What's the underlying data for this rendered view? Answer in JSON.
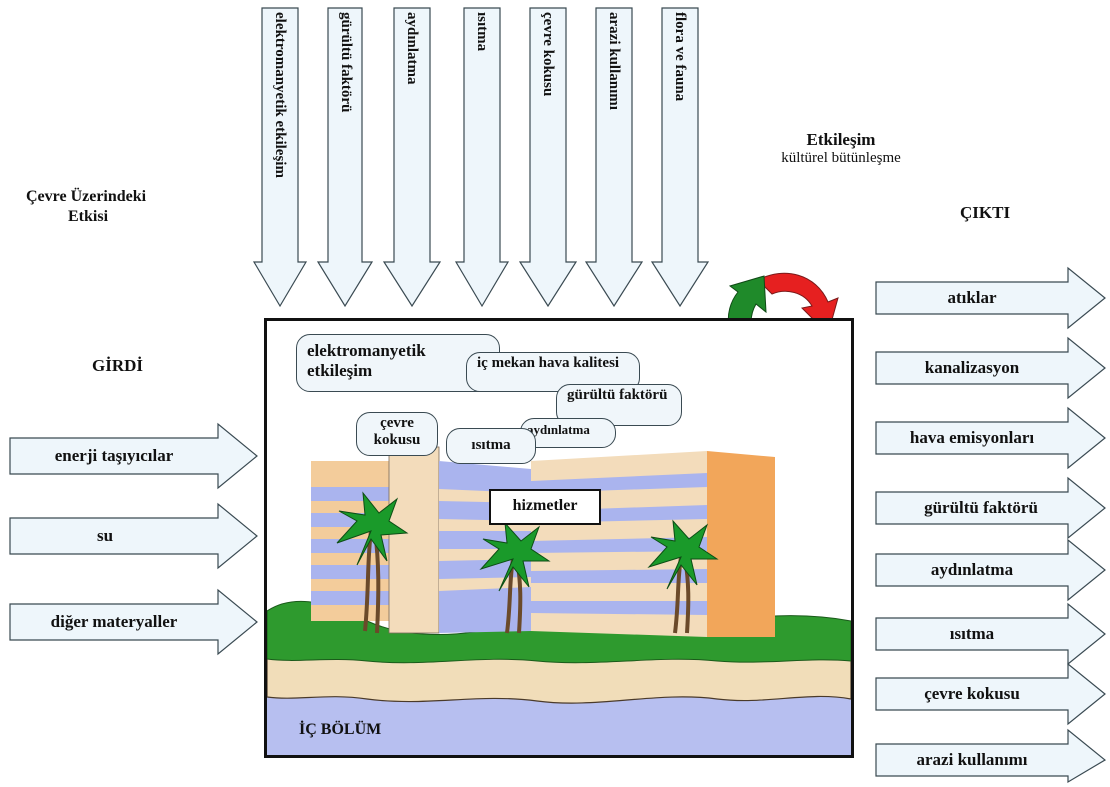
{
  "labels": {
    "environment_impact_line1": "Çevre Üzerindeki",
    "environment_impact_line2": "Etkisi",
    "input": "GİRDİ",
    "output": "ÇIKTI",
    "interaction_title": "Etkileşim",
    "interaction_subtitle": "kültürel bütünleşme",
    "interior": "İÇ BÖLÜM",
    "services": "hizmetler"
  },
  "top_arrows": [
    "elektromanyetik etkileşim",
    "gürültü faktörü",
    "aydınlatma",
    "ısıtma",
    "çevre kokusu",
    "arazi kullanımı",
    "flora ve fauna"
  ],
  "inputs": [
    "enerji taşıyıcılar",
    "su",
    "diğer materyaller"
  ],
  "outputs": [
    "atıklar",
    "kanalizasyon",
    "hava emisyonları",
    "gürültü faktörü",
    "aydınlatma",
    "ısıtma",
    "çevre kokusu",
    "arazi kullanımı"
  ],
  "bubbles": {
    "electromagnetic": "elektromanyetik etkileşim",
    "indoor_air": "iç mekan hava kalitesi",
    "noise": "gürültü faktörü",
    "lighting": "aydınlatma",
    "odor": "çevre kokusu",
    "heating": "ısıtma"
  },
  "colors": {
    "arrow_fill": "#eef6fb",
    "water": "#b7bff0",
    "sand": "#f1ddb9",
    "grass": "#2e9a2e",
    "building_stripe": "#aab4ee",
    "building_tan": "#f3cc9b",
    "building_orange": "#f2a65a",
    "cycle_red": "#e62020",
    "cycle_green": "#1f8a2a",
    "cycle_blue": "#1a3ee0"
  }
}
